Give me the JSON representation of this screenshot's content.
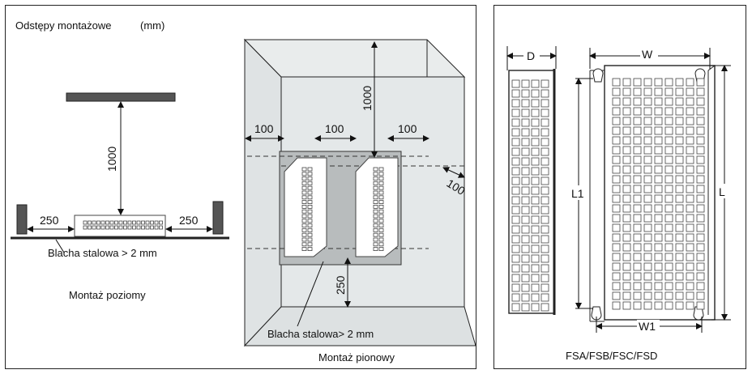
{
  "left": {
    "title": "Odstępy montażowe",
    "unit": "(mm)",
    "horizontal": {
      "caption": "Montaż poziomy",
      "top_clearance": "1000",
      "left_clearance": "250",
      "right_clearance": "250",
      "plate_label": "Blacha stalowa > 2 mm"
    },
    "vertical": {
      "caption": "Montaż pionowy",
      "top_clearance": "1000",
      "side_left": "100",
      "middle": "100",
      "side_right": "100",
      "depth": "100",
      "bottom_clearance": "250",
      "plate_label": "Blacha stalowa> 2 mm"
    }
  },
  "right": {
    "caption": "FSA/FSB/FSC/FSD",
    "dim_d": "D",
    "dim_w": "W",
    "dim_l1": "L1",
    "dim_l": "L",
    "dim_w1": "W1"
  },
  "colors": {
    "stroke": "#222222",
    "enclosure": "#e4e8e9",
    "plate": "#b8bcbd"
  }
}
